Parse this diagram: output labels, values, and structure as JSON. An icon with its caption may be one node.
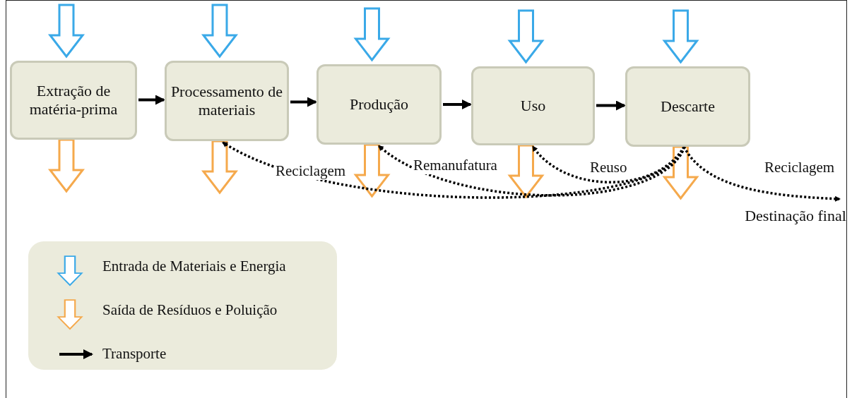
{
  "diagram": {
    "nodes": [
      {
        "text": [
          "Extração de matéria-prima"
        ]
      },
      {
        "text": [
          "Processamento de materiais"
        ]
      },
      {
        "text": [
          "Produção"
        ]
      },
      {
        "text": [
          "Uso"
        ]
      },
      {
        "text": [
          "Descarte"
        ]
      },
      {
        "text": [
          "Destinação final"
        ]
      }
    ],
    "edges": [
      {
        "from": 0,
        "to": 1,
        "arrow": "to"
      },
      {
        "from": 1,
        "to": 2,
        "arrow": "to"
      },
      {
        "from": 2,
        "to": 3,
        "arrow": "to"
      },
      {
        "from": 3,
        "to": 4,
        "arrow": "to"
      },
      {
        "from": 4,
        "to": 1,
        "arrow": "to",
        "style": "dashed",
        "label": "Reciclagem"
      },
      {
        "from": 4,
        "to": 2,
        "arrow": "to",
        "style": "dashed",
        "label": "Remanufatura"
      },
      {
        "from": 4,
        "to": 3,
        "arrow": "to",
        "style": "dashed",
        "label": "Reuso"
      },
      {
        "from": 4,
        "to": 5,
        "arrow": "to",
        "style": "dashed",
        "label": "Reciclagem"
      }
    ],
    "legend": [
      {
        "text": "Entrada de Materiais e Energia"
      },
      {
        "text": "Saída de Resíduos e Poluição"
      },
      {
        "text": "Transporte"
      }
    ]
  }
}
